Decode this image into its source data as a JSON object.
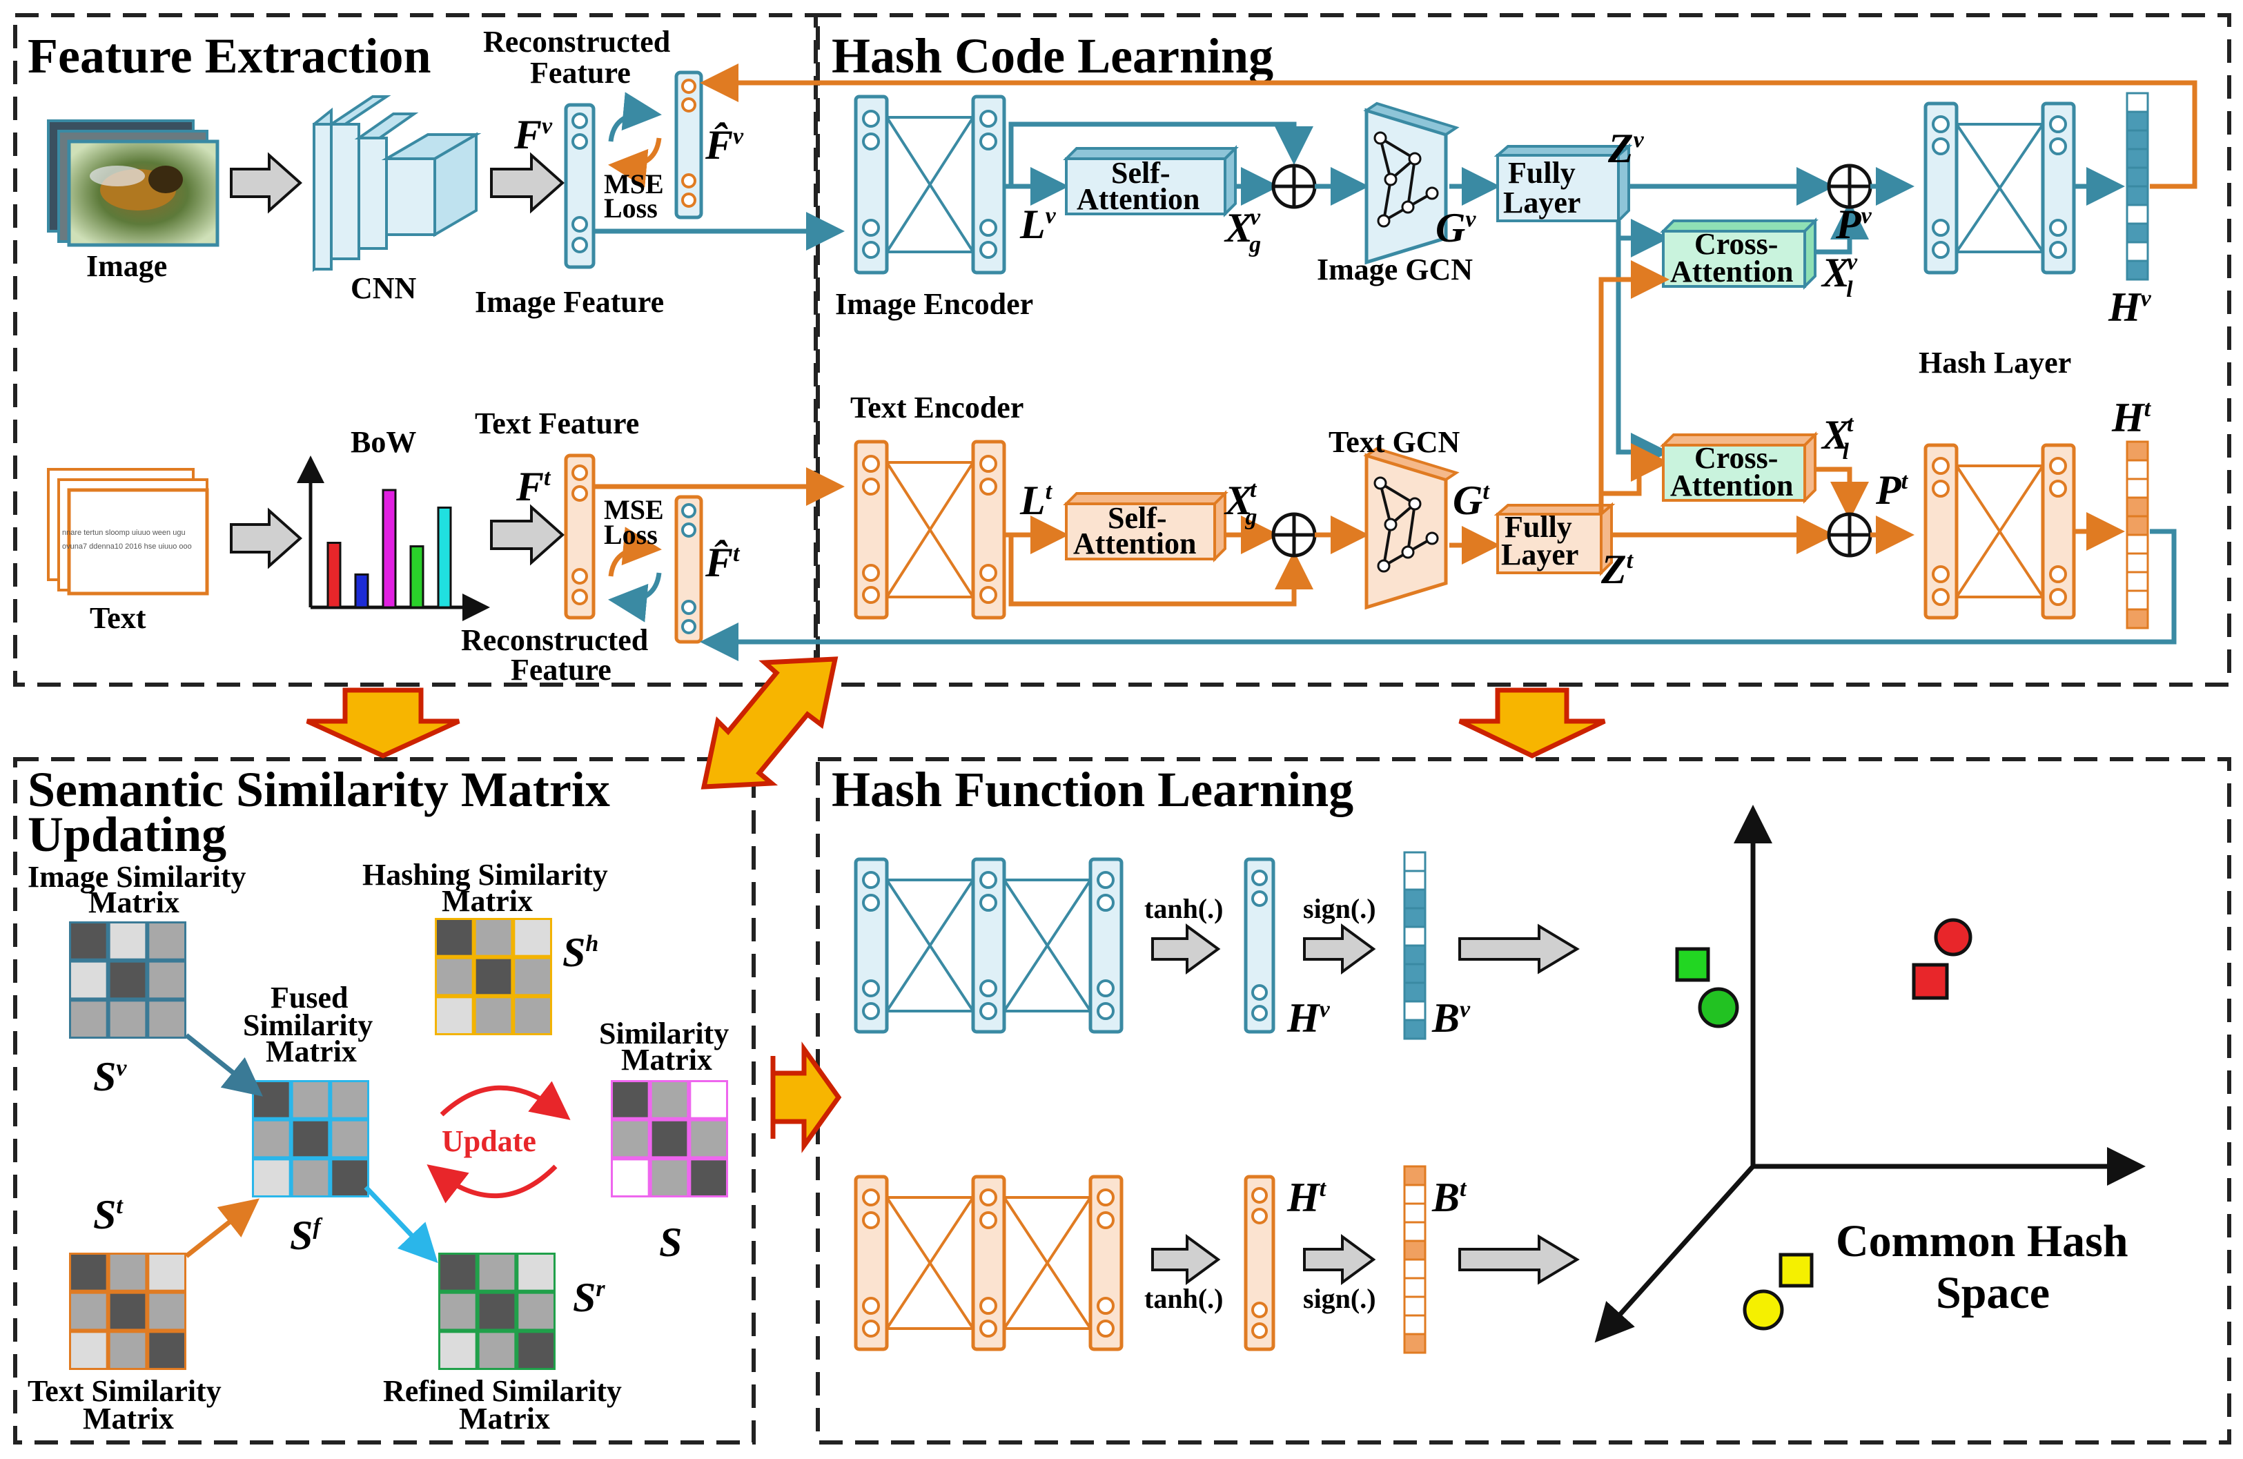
{
  "sections": {
    "feature_extraction": "Feature Extraction",
    "hash_code_learning": "Hash Code Learning",
    "semantic_similarity_line1": "Semantic Similarity Matrix",
    "semantic_similarity_line2": "Updating",
    "hash_function_learning": "Hash Function Learning"
  },
  "labels": {
    "image": "Image",
    "text": "Text",
    "cnn": "CNN",
    "bow": "BoW",
    "image_feature": "Image Feature",
    "text_feature": "Text Feature",
    "reconstructed_1": "Reconstructed",
    "reconstructed_2": "Feature",
    "mse_1": "MSE",
    "mse_2": "Loss",
    "image_encoder": "Image Encoder",
    "text_encoder": "Text Encoder",
    "self_attn_1": "Self-",
    "self_attn_2": "Attention",
    "cross_attn_1": "Cross-",
    "cross_attn_2": "Attention",
    "image_gcn": "Image GCN",
    "text_gcn": "Text GCN",
    "fully_1": "Fully",
    "fully_2": "Layer",
    "hash_layer": "Hash Layer",
    "tanh": "tanh(.)",
    "sign": "sign(.)",
    "update": "Update",
    "image_sim_1": "Image Similarity",
    "image_sim_2": "Matrix",
    "text_sim_1": "Text Similarity",
    "text_sim_2": "Matrix",
    "fused_1": "Fused",
    "fused_2": "Similarity",
    "fused_3": "Matrix",
    "hashing_sim_1": "Hashing Similarity",
    "hashing_sim_2": "Matrix",
    "sim_1": "Similarity",
    "sim_2": "Matrix",
    "refined_1": "Refined Similarity",
    "refined_2": "Matrix",
    "common_1": "Common Hash",
    "common_2": "Space"
  },
  "text_doc_lines": [
    "nnare tertun sloomp uiuuo ween ugu",
    "ovuna7 ddenna10 2016 hse uiuuo ooo"
  ],
  "math": {
    "F": "F",
    "F_hat": "F̂",
    "L": "L",
    "X": "X",
    "G": "G",
    "Z": "Z",
    "P": "P",
    "H": "H",
    "B": "B",
    "S": "S",
    "sup_v": "v",
    "sup_t": "t",
    "sub_g": "g",
    "sub_l": "l",
    "sup_f": "f",
    "sup_h": "h",
    "sup_r": "r"
  },
  "colors": {
    "image_stroke": "#3a8aa3",
    "image_fill": "#dff0f7",
    "text_stroke": "#e07b22",
    "text_fill": "#fbe3d0",
    "cross_fill": "#c9f3dd",
    "section_border": "#222222",
    "big_arrow_fill": "#f7b500",
    "big_arrow_stroke": "#cc2200",
    "update_red": "#e8262a",
    "matrix_image": "#3a7a96",
    "matrix_text": "#e07b22",
    "matrix_fused": "#2ab6ea",
    "matrix_hash": "#f3b300",
    "matrix_sim": "#ee66ee",
    "matrix_refined": "#20a04a",
    "bar_colors": [
      "#e8262a",
      "#1c2cd6",
      "#e020e0",
      "#2ad02a",
      "#20e0e0"
    ]
  },
  "chart_data": {
    "type": "bar",
    "title": "BoW",
    "values": [
      0.55,
      0.28,
      1.0,
      0.52,
      0.85
    ]
  },
  "icons": [
    "bee-photo",
    "cnn-blocks-icon",
    "graph-icon",
    "plus-circle-icon",
    "cycle-arrows-icon"
  ]
}
